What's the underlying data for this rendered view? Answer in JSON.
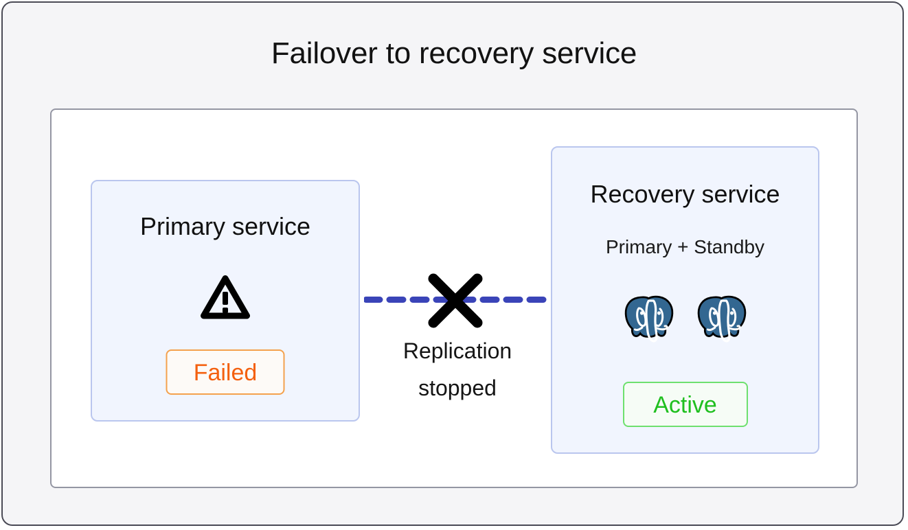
{
  "page": {
    "title": "Failover to recovery service",
    "background_color": "#f5f5f7",
    "frame_border_color": "#4a4a55",
    "panel_background": "#ffffff",
    "panel_border_color": "#9496a3"
  },
  "diagram": {
    "type": "failover-architecture-diagram",
    "nodes": [
      {
        "id": "primary-service",
        "title": "Primary service",
        "subtitle": "",
        "icon": "warning-triangle-icon",
        "status_label": "Failed",
        "status_color": "#f4600f",
        "status_border_color": "#f4a14d",
        "status_background": "#fdfaf7",
        "card_background": "#f1f5fe",
        "card_border_color": "#bac6ee"
      },
      {
        "id": "recovery-service",
        "title": "Recovery service",
        "subtitle": "Primary + Standby",
        "icon": "postgresql-elephant-icon",
        "icon_count": 2,
        "status_label": "Active",
        "status_color": "#1fbf1f",
        "status_border_color": "#6ee06e",
        "status_background": "#f6fcf6",
        "card_background": "#f1f5fe",
        "card_border_color": "#bac6ee"
      }
    ],
    "connector": {
      "id": "replication-link",
      "label_line1": "Replication",
      "label_line2": "stopped",
      "style": "dashed",
      "line_color": "#3a44b8",
      "broken_marker": "x-mark-icon",
      "marker_color": "#000000"
    }
  }
}
